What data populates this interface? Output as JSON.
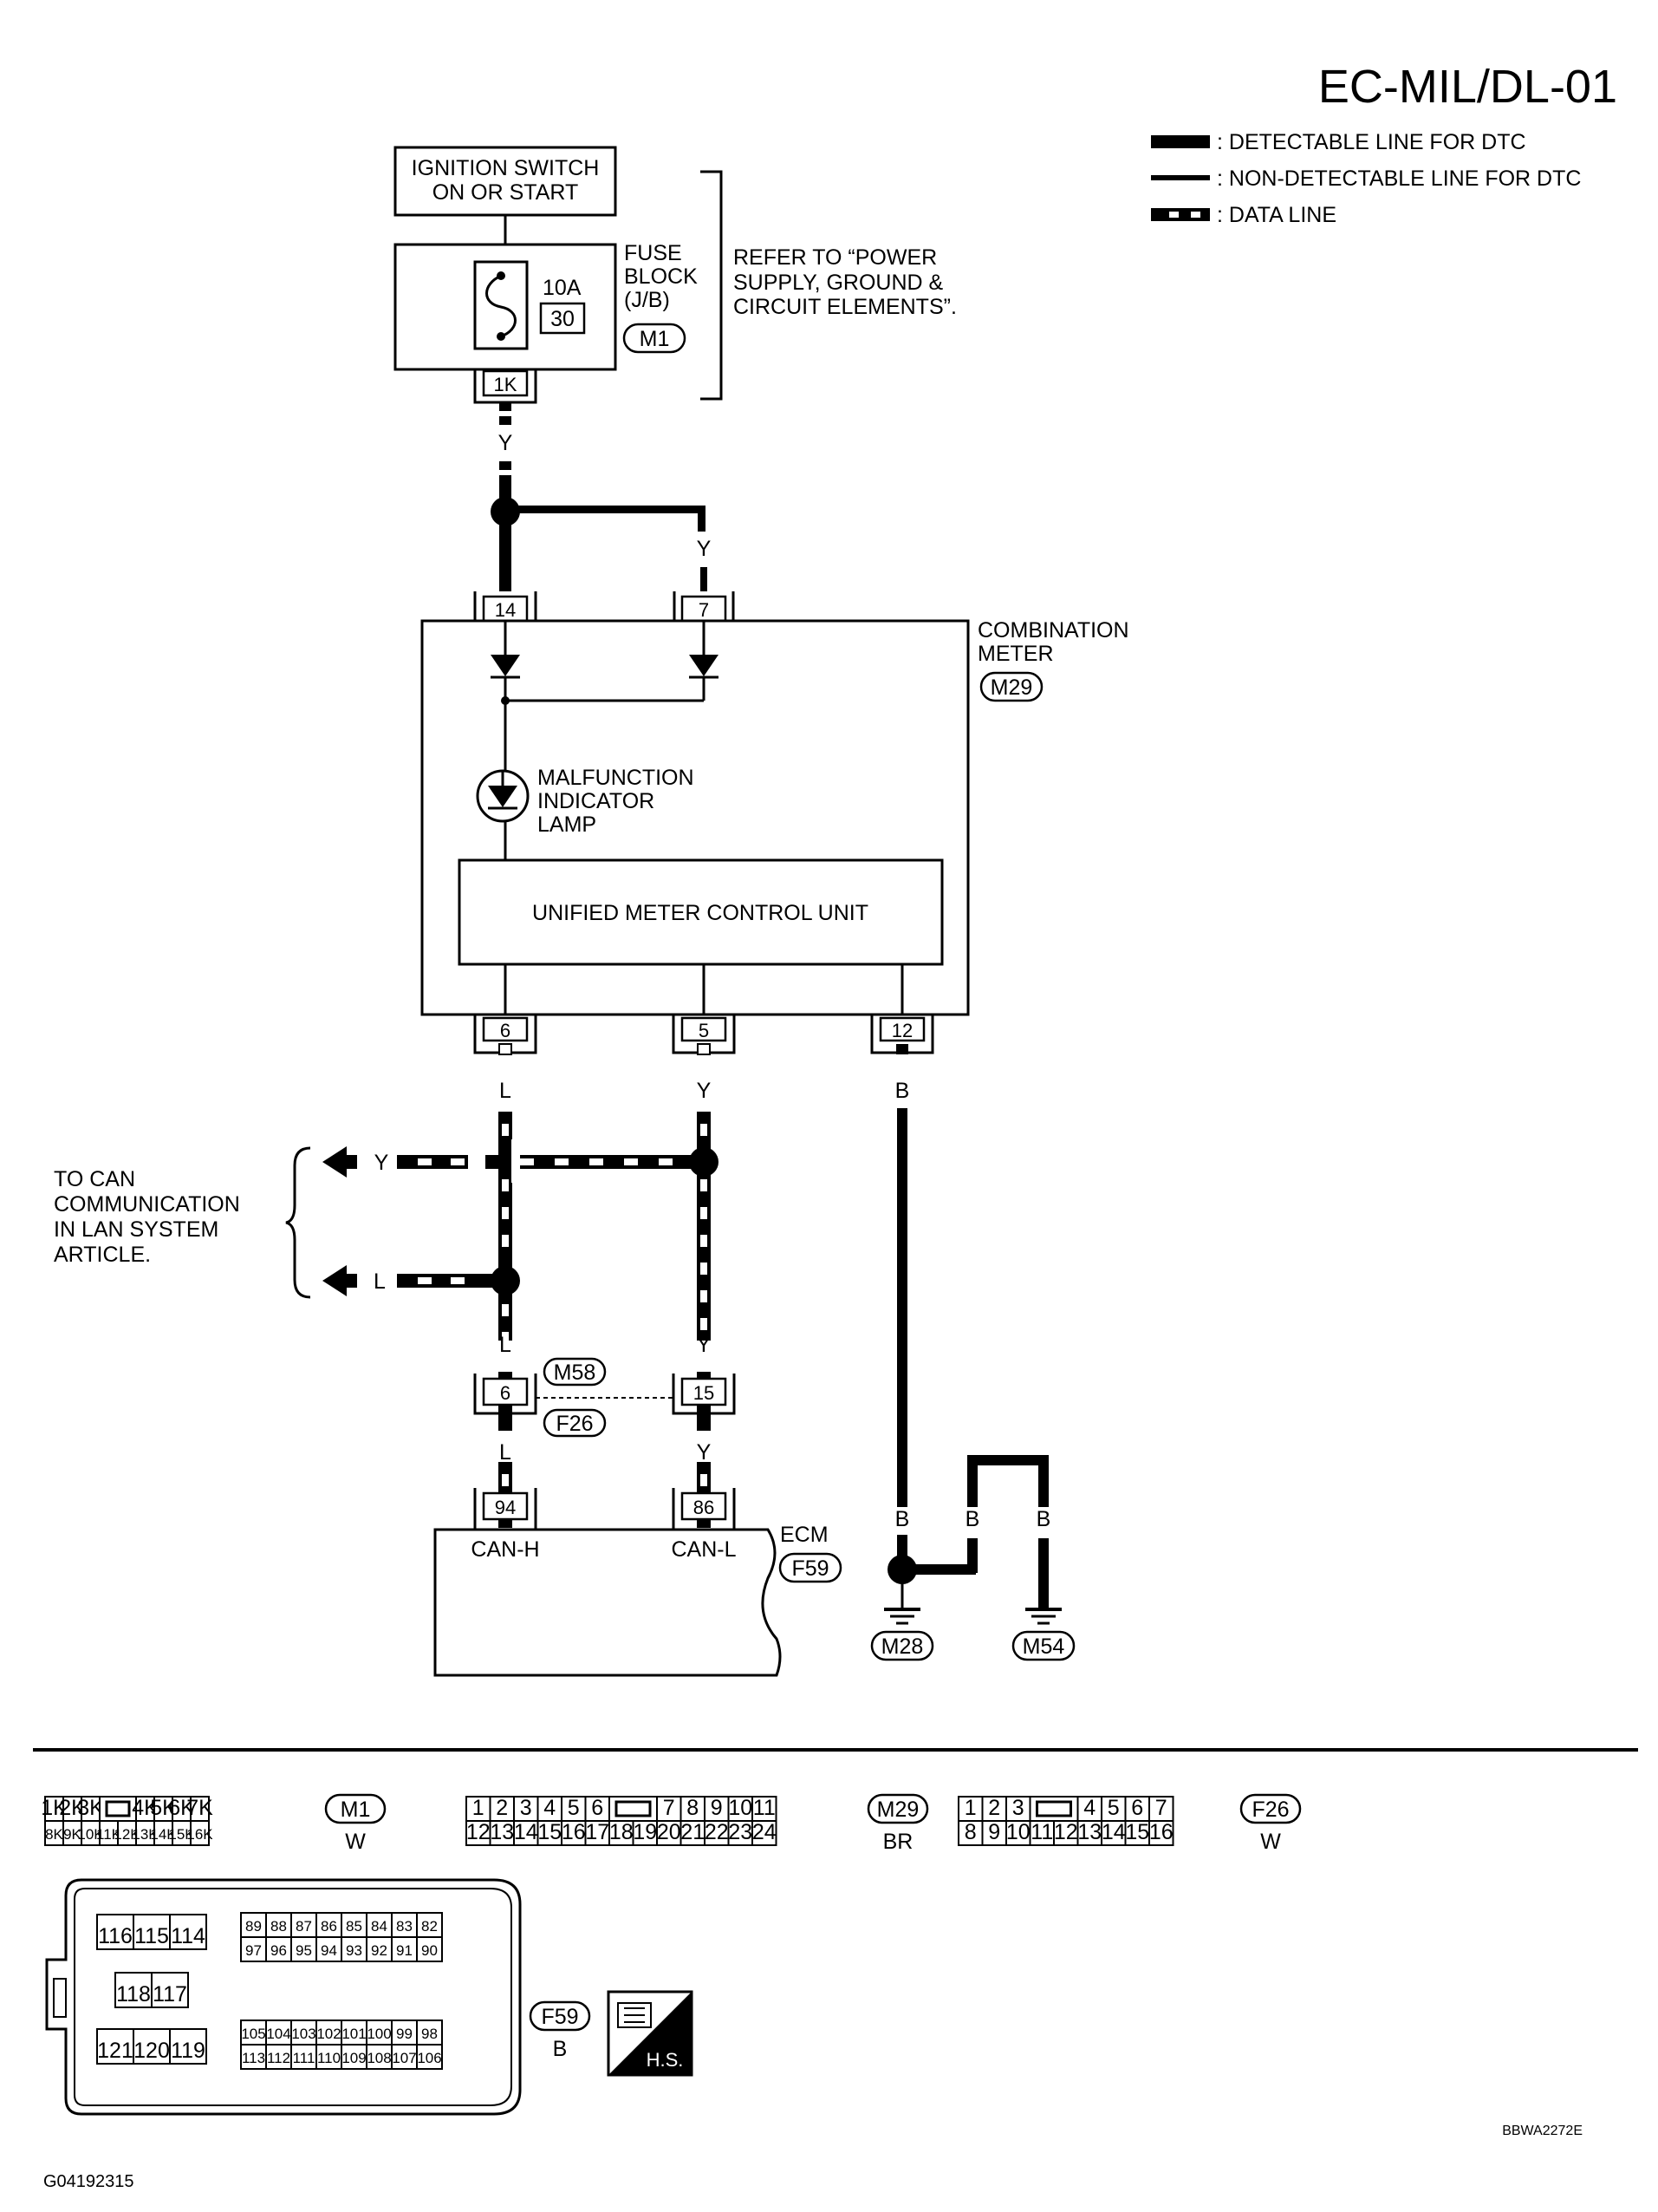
{
  "page": {
    "title": "EC-MIL/DL-01",
    "code": "BBWA2272E",
    "footer_id": "G04192315"
  },
  "legend": {
    "detectable": ": DETECTABLE LINE FOR DTC",
    "non_detectable": ": NON-DETECTABLE LINE FOR DTC",
    "data_line": ": DATA LINE"
  },
  "power": {
    "ignition_line1": "IGNITION SWITCH",
    "ignition_line2": "ON OR START",
    "fuse_amp": "10A",
    "fuse_no": "30",
    "fuse_block_1": "FUSE",
    "fuse_block_2": "BLOCK",
    "fuse_block_3": "(J/B)",
    "fuse_conn": "M1",
    "fuse_terminal": "1K",
    "refer_1": "REFER TO  “POWER",
    "refer_2": "SUPPLY, GROUND &",
    "refer_3": "CIRCUIT ELEMENTS”."
  },
  "meter": {
    "name_1": "COMBINATION",
    "name_2": "METER",
    "conn": "M29",
    "pin_a": "14",
    "pin_b": "7",
    "lamp_1": "MALFUNCTION",
    "lamp_2": "INDICATOR",
    "lamp_3": "LAMP",
    "control_unit": "UNIFIED METER CONTROL UNIT",
    "out_pin_1": "6",
    "out_pin_2": "5",
    "out_pin_3": "12"
  },
  "wires": {
    "y": "Y",
    "l": "L",
    "b": "B"
  },
  "can": {
    "line_1": "TO CAN",
    "line_2": "COMMUNICATION",
    "line_3": "IN LAN SYSTEM",
    "line_4": "ARTICLE."
  },
  "joint": {
    "conn_top": "M58",
    "conn_bottom": "F26",
    "pin_l": "6",
    "pin_r": "15"
  },
  "ecm": {
    "name": "ECM",
    "conn": "F59",
    "pin_h": "94",
    "pin_l": "86",
    "label_h": "CAN-H",
    "label_l": "CAN-L"
  },
  "ground": {
    "g1": "M28",
    "g2": "M54"
  },
  "connectors": {
    "m1": {
      "name": "M1",
      "color": "W",
      "top": [
        "1K",
        "2K",
        "3K",
        "",
        "4K",
        "5K",
        "6K",
        "7K"
      ],
      "bottom": [
        "8K",
        "9K",
        "10K",
        "11K",
        "12K",
        "13K",
        "14K",
        "15K",
        "16K"
      ]
    },
    "m29": {
      "name": "M29",
      "color": "BR",
      "top": [
        "1",
        "2",
        "3",
        "4",
        "5",
        "6",
        "",
        "7",
        "8",
        "9",
        "10",
        "11"
      ],
      "bottom": [
        "12",
        "13",
        "14",
        "15",
        "16",
        "17",
        "18",
        "19",
        "20",
        "21",
        "22",
        "23",
        "24"
      ]
    },
    "f26": {
      "name": "F26",
      "color": "W",
      "top": [
        "1",
        "2",
        "3",
        "",
        "4",
        "5",
        "6",
        "7"
      ],
      "bottom": [
        "8",
        "9",
        "10",
        "11",
        "12",
        "13",
        "14",
        "15",
        "16"
      ]
    },
    "f59": {
      "name": "F59",
      "color": "B",
      "left_top": [
        "116",
        "115",
        "114"
      ],
      "left_mid": [
        "118",
        "117"
      ],
      "left_bot": [
        "121",
        "120",
        "119"
      ],
      "r1": [
        "89",
        "88",
        "87",
        "86",
        "85",
        "84",
        "83",
        "82"
      ],
      "r2": [
        "97",
        "96",
        "95",
        "94",
        "93",
        "92",
        "91",
        "90"
      ],
      "r3": [
        "105",
        "104",
        "103",
        "102",
        "101",
        "100",
        "99",
        "98"
      ],
      "r4": [
        "113",
        "112",
        "111",
        "110",
        "109",
        "108",
        "107",
        "106"
      ]
    },
    "hs": "H.S."
  }
}
